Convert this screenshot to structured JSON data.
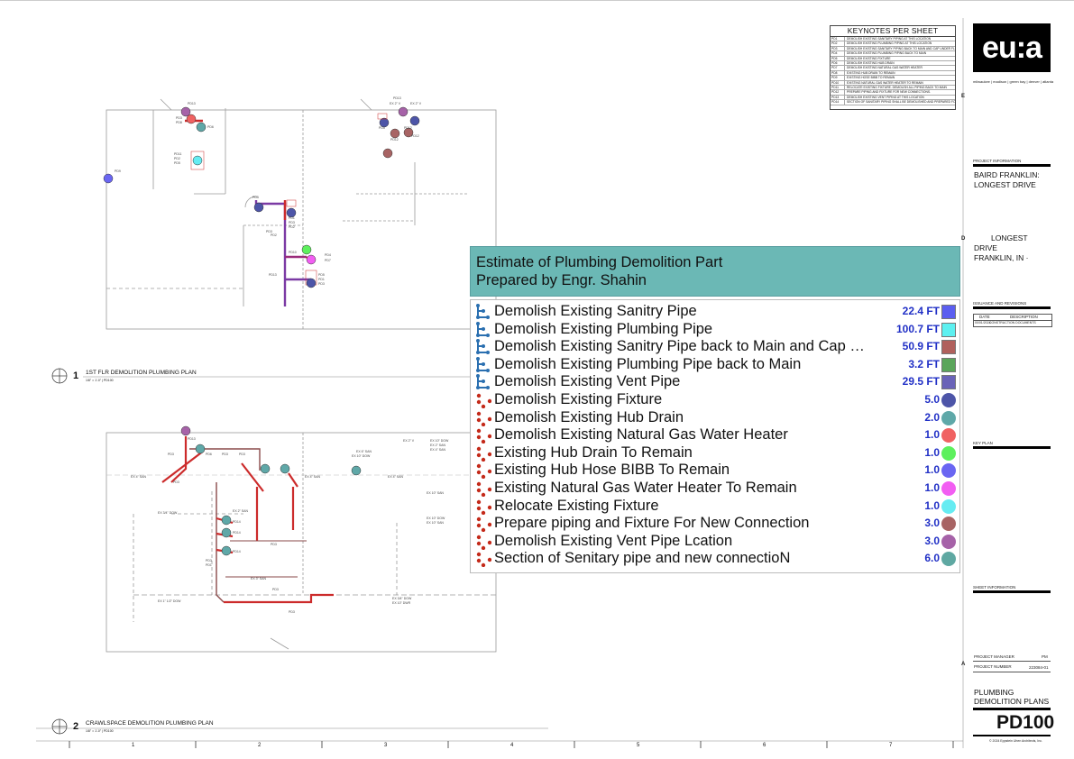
{
  "keynotes": {
    "title": "KEYNOTES PER SHEET",
    "items": [
      {
        "code": "PD1",
        "text": "DEMOLISH EXISTING SANITARY PIPING AT THIS LOCATION"
      },
      {
        "code": "PD2",
        "text": "DEMOLISH EXISTING PLUMBING PIPING AT THIS LOCATION"
      },
      {
        "code": "PD3",
        "text": "DEMOLISH EXISTING SANITARY PIPING BACK TO MAIN AND CAP UNDER FLOOR"
      },
      {
        "code": "PD4",
        "text": "DEMOLISH EXISTING PLUMBING PIPING BACK TO MAIN"
      },
      {
        "code": "PD5",
        "text": "DEMOLISH EXISTING FIXTURE"
      },
      {
        "code": "PD6",
        "text": "DEMOLISH EXISTING HUB DRAIN"
      },
      {
        "code": "PD7",
        "text": "DEMOLISH EXISTING NATURAL GAS WATER HEATER"
      },
      {
        "code": "PD8",
        "text": "EXISTING HUB DRAIN TO REMAIN"
      },
      {
        "code": "PD9",
        "text": "EXISTING HOSE BIBB TO REMAIN"
      },
      {
        "code": "PD10",
        "text": "EXISTING NATURAL GAS WATER HEATER TO REMAIN"
      },
      {
        "code": "PD11",
        "text": "RELOCATE EXISTING FIXTURE. DEMOLISH ALL PIPING BACK TO MAIN"
      },
      {
        "code": "PD12",
        "text": "PREPARE PIPING AND FIXTURE FOR NEW CONNECTIONS."
      },
      {
        "code": "PD13",
        "text": "DEMOLISH EXISTING VENT PIPING AT THIS LOCATION"
      },
      {
        "code": "PD14",
        "text": "SECTION OF SANITARY PIPING SHALL BE DEMOLISHED AND PREPARED FOR CONNECTION TO NEW WYE FITTING"
      }
    ]
  },
  "firm": {
    "logo_text": "eu:a",
    "offices": "milwaukee | madison | green bay | denver | atlanta",
    "copyright": "© 2024 Eppstein Uhen Architects, Inc."
  },
  "title_block": {
    "row_letters": {
      "e": "E",
      "d": "D",
      "a": "A"
    },
    "project_info_label": "PROJECT INFORMATION",
    "project_name_1": "BAIRD FRANKLIN:",
    "project_name_2": "LONGEST DRIVE",
    "address_1": "LONGEST",
    "address_2": "DRIVE",
    "address_3": "FRANKLIN, IN ·",
    "issuance_label": "ISSUANCE AND REVISIONS",
    "issuance_headers": {
      "date": "DATE",
      "description": "DESCRIPTION"
    },
    "issuance_row": {
      "date": "00/01/2024",
      "description": "CONSTRUCTION DOCUMENTS"
    },
    "key_plan_label": "KEY PLAN",
    "sheet_info_label": "SHEET INFORMATION",
    "project_manager_label": "PROJECT MANAGER",
    "project_manager_value": "PM",
    "project_number_label": "PROJECT NUMBER",
    "project_number_value": "223084-01",
    "sheet_title_1": "PLUMBING",
    "sheet_title_2": "DEMOLITION PLANS",
    "sheet_number": "PD100"
  },
  "plans": [
    {
      "number": "1",
      "title": "1ST FLR DEMOLITION PLUMBING PLAN",
      "scale": "1/8\" = 1'-0\"   |   PD100"
    },
    {
      "number": "2",
      "title": "CRAWLSPACE DEMOLITION PLUMBING PLAN",
      "scale": "1/8\" = 1'-0\"   |   PD100"
    }
  ],
  "grid_numbers": [
    "1",
    "2",
    "3",
    "4",
    "5",
    "6",
    "7"
  ],
  "estimate": {
    "title_line1": "Estimate of Plumbing Demolition Part",
    "title_line2": "Prepared by Engr. Shahin",
    "rows": [
      {
        "label": "Demolish Existing Sanitry Pipe",
        "value": "22.4 FT",
        "kind": "pipe",
        "color": "#5b5ef0",
        "icon": "polyline-length-icon"
      },
      {
        "label": "Demolish Existing Plumbing  Pipe",
        "value": "100.7 FT",
        "kind": "pipe",
        "color": "#5df0f0",
        "icon": "polyline-length-icon"
      },
      {
        "label": "Demolish Existing Sanitry Pipe back to Main and Cap U...",
        "value": "50.9 FT",
        "kind": "pipe",
        "color": "#b0605c",
        "icon": "polyline-length-icon"
      },
      {
        "label": "Demolish Existing Plumbing  Pipe back to Main",
        "value": "3.2 FT",
        "kind": "pipe",
        "color": "#5aa55a",
        "icon": "polyline-length-icon"
      },
      {
        "label": "Demolish Existing Vent Pipe",
        "value": "29.5 FT",
        "kind": "pipe",
        "color": "#6a63b8",
        "icon": "polyline-length-icon"
      },
      {
        "label": "Demolish Existing Fixture",
        "value": "5.0",
        "kind": "count",
        "color": "#4d55a8",
        "icon": "count-dots-icon"
      },
      {
        "label": "Demolish Existing Hub Drain",
        "value": "2.0",
        "kind": "count",
        "color": "#5fa8a8",
        "icon": "count-dots-icon"
      },
      {
        "label": "Demolish Existing Natural Gas Water Heater",
        "value": "1.0",
        "kind": "count",
        "color": "#f06262",
        "icon": "count-dots-icon"
      },
      {
        "label": "Existing Hub Drain To Remain",
        "value": "1.0",
        "kind": "count",
        "color": "#5df05d",
        "icon": "count-dots-icon"
      },
      {
        "label": "Existing Hub Hose BIBB To Remain",
        "value": "1.0",
        "kind": "count",
        "color": "#6a66f2",
        "icon": "count-dots-icon"
      },
      {
        "label": "Existing Natural Gas Water Heater To Remain",
        "value": "1.0",
        "kind": "count",
        "color": "#f25ef2",
        "icon": "count-dots-icon"
      },
      {
        "label": "Relocate Existing Fixture",
        "value": "1.0",
        "kind": "count",
        "color": "#66ecf2",
        "icon": "count-dots-icon"
      },
      {
        "label": "Prepare piping and Fixture For New Connection",
        "value": "3.0",
        "kind": "count",
        "color": "#a86464",
        "icon": "count-dots-icon"
      },
      {
        "label": "Demolish Existing Vent Pipe Lcation",
        "value": "3.0",
        "kind": "count",
        "color": "#a662a8",
        "icon": "count-dots-icon"
      },
      {
        "label": "Section of Senitary pipe and new connectioN",
        "value": "6.0",
        "kind": "count",
        "color": "#5fa8a2",
        "icon": "count-dots-icon"
      }
    ]
  }
}
